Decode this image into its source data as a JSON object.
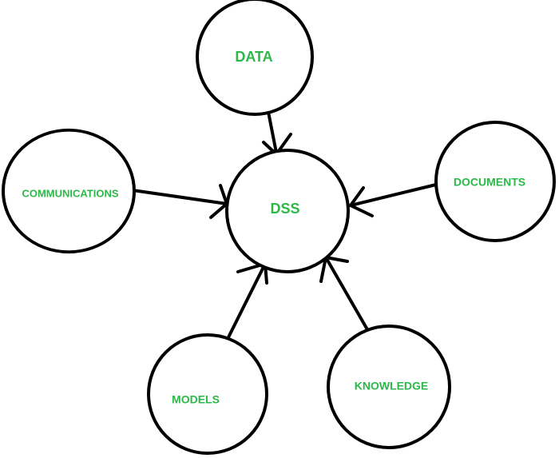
{
  "diagram": {
    "center": {
      "id": "dss",
      "label": "DSS"
    },
    "sources": [
      {
        "id": "data",
        "label": "DATA"
      },
      {
        "id": "communications",
        "label": "COMMUNICATIONS"
      },
      {
        "id": "documents",
        "label": "DOCUMENTS"
      },
      {
        "id": "models",
        "label": "MODELS"
      },
      {
        "id": "knowledge",
        "label": "KNOWLEDGE"
      }
    ],
    "edges": [
      {
        "from": "data",
        "to": "dss"
      },
      {
        "from": "communications",
        "to": "dss"
      },
      {
        "from": "documents",
        "to": "dss"
      },
      {
        "from": "models",
        "to": "dss"
      },
      {
        "from": "knowledge",
        "to": "dss"
      }
    ],
    "colors": {
      "label": "#2db84a",
      "stroke": "#000000",
      "background": "#ffffff"
    }
  }
}
